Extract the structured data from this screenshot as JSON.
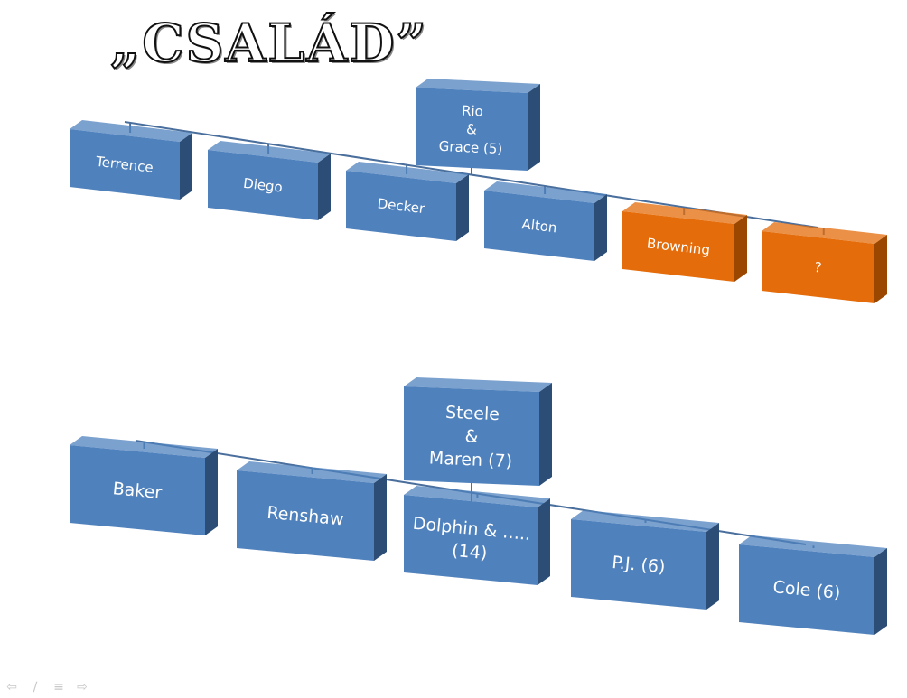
{
  "title": "„CSALÁD”",
  "colors": {
    "box": "#4f81bd",
    "box_dark": "#2c4d75",
    "highlight": "#e46c0a",
    "highlight_dark": "#9c4700",
    "connector": "#4a6f9d"
  },
  "families": [
    {
      "parent": {
        "lines": [
          "Rio",
          "&",
          "Grace (5)"
        ]
      },
      "children": [
        {
          "lines": [
            "Terrence"
          ],
          "highlight": false
        },
        {
          "lines": [
            "Diego"
          ],
          "highlight": false
        },
        {
          "lines": [
            "Decker"
          ],
          "highlight": false
        },
        {
          "lines": [
            "Alton"
          ],
          "highlight": false
        },
        {
          "lines": [
            "Browning"
          ],
          "highlight": true
        },
        {
          "lines": [
            "?"
          ],
          "highlight": true
        }
      ]
    },
    {
      "parent": {
        "lines": [
          "Steele",
          "&",
          "Maren (7)"
        ]
      },
      "children": [
        {
          "lines": [
            "Baker"
          ],
          "highlight": false
        },
        {
          "lines": [
            "Renshaw"
          ],
          "highlight": false
        },
        {
          "lines": [
            "Dolphin & …..",
            "(14)"
          ],
          "highlight": false
        },
        {
          "lines": [
            "P.J. (6)"
          ],
          "highlight": false
        },
        {
          "lines": [
            "Cole (6)"
          ],
          "highlight": false
        }
      ]
    }
  ],
  "nav": {
    "prev": "⇦",
    "pen": "∕",
    "menu": "≡",
    "next": "⇨"
  }
}
